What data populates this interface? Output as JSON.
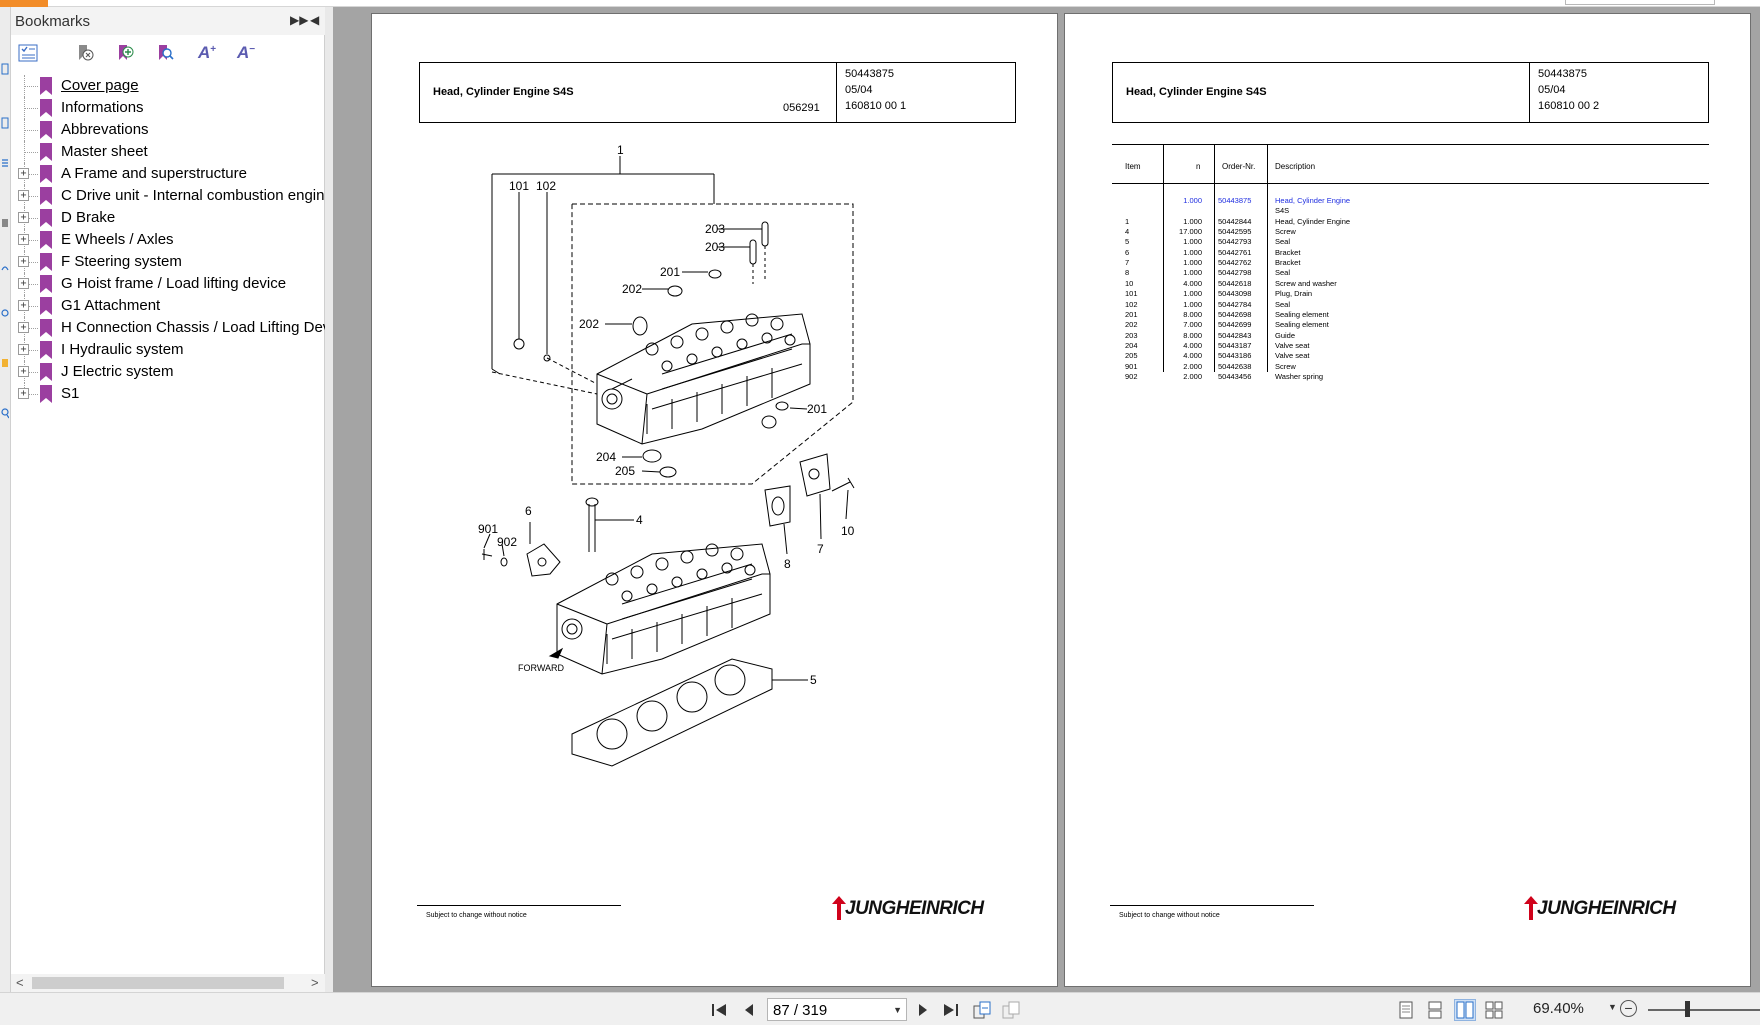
{
  "bookmarks_panel": {
    "title": "Bookmarks",
    "toolbar": {
      "font_increase": "A",
      "font_decrease": "A"
    },
    "items": [
      {
        "label": "Cover page",
        "expandable": false,
        "link": true
      },
      {
        "label": "Informations",
        "expandable": false
      },
      {
        "label": "Abbrevations",
        "expandable": false
      },
      {
        "label": "Master sheet",
        "expandable": false
      },
      {
        "label": "A Frame and superstructure",
        "expandable": true
      },
      {
        "label": "C Drive unit - Internal combustion engine",
        "expandable": true
      },
      {
        "label": "D Brake",
        "expandable": true
      },
      {
        "label": "E Wheels / Axles",
        "expandable": true
      },
      {
        "label": "F Steering system",
        "expandable": true
      },
      {
        "label": "G Hoist frame / Load lifting device",
        "expandable": true
      },
      {
        "label": "G1 Attachment",
        "expandable": true
      },
      {
        "label": "H Connection Chassis / Load Lifting Device",
        "expandable": true
      },
      {
        "label": "I Hydraulic system",
        "expandable": true
      },
      {
        "label": "J Electric system",
        "expandable": true
      },
      {
        "label": "S1",
        "expandable": true
      }
    ],
    "bookmark_color": "#9b3fa0"
  },
  "page_left": {
    "header": {
      "title": "Head, Cylinder  Engine S4S",
      "drawing_code": "056291",
      "part_no": "50443875",
      "date": "05/04",
      "sheet": "160810 00 1"
    },
    "callouts": [
      "1",
      "101",
      "102",
      "203",
      "203",
      "201",
      "202",
      "202",
      "201",
      "204",
      "205",
      "4",
      "6",
      "901",
      "902",
      "8",
      "7",
      "10",
      "5"
    ],
    "forward_label": "FORWARD",
    "footer": "Subject to change without notice",
    "logo": "JUNGHEINRICH"
  },
  "page_right": {
    "header": {
      "title": "Head, Cylinder  Engine S4S",
      "part_no": "50443875",
      "date": "05/04",
      "sheet": "160810 00 2"
    },
    "table": {
      "headers": {
        "item": "Item",
        "n": "n",
        "order": "Order-Nr.",
        "desc": "Description"
      },
      "rows": [
        {
          "item": "",
          "n": "1.000",
          "order": "50443875",
          "desc": "Head, Cylinder  Engine",
          "highlight": true
        },
        {
          "item": "",
          "n": "",
          "order": "",
          "desc": "S4S",
          "highlight": false
        },
        {
          "item": "1",
          "n": "1.000",
          "order": "50442844",
          "desc": "Head, Cylinder  Engine"
        },
        {
          "item": "4",
          "n": "17.000",
          "order": "50442595",
          "desc": "Screw"
        },
        {
          "item": "5",
          "n": "1.000",
          "order": "50442793",
          "desc": "Seal"
        },
        {
          "item": "6",
          "n": "1.000",
          "order": "50442761",
          "desc": "Bracket"
        },
        {
          "item": "7",
          "n": "1.000",
          "order": "50442762",
          "desc": "Bracket"
        },
        {
          "item": "8",
          "n": "1.000",
          "order": "50442798",
          "desc": "Seal"
        },
        {
          "item": "10",
          "n": "4.000",
          "order": "50442618",
          "desc": "Screw and washer"
        },
        {
          "item": "101",
          "n": "1.000",
          "order": "50443098",
          "desc": "Plug, Drain"
        },
        {
          "item": "102",
          "n": "1.000",
          "order": "50442784",
          "desc": "Seal"
        },
        {
          "item": "201",
          "n": "8.000",
          "order": "50442698",
          "desc": "Sealing element"
        },
        {
          "item": "202",
          "n": "7.000",
          "order": "50442699",
          "desc": "Sealing element"
        },
        {
          "item": "203",
          "n": "8.000",
          "order": "50442843",
          "desc": "Guide"
        },
        {
          "item": "204",
          "n": "4.000",
          "order": "50443187",
          "desc": "Valve seat"
        },
        {
          "item": "205",
          "n": "4.000",
          "order": "50443186",
          "desc": "Valve seat"
        },
        {
          "item": "901",
          "n": "2.000",
          "order": "50442638",
          "desc": "Screw"
        },
        {
          "item": "902",
          "n": "2.000",
          "order": "50443456",
          "desc": "Washer spring"
        }
      ]
    },
    "footer": "Subject to change without notice",
    "logo": "JUNGHEINRICH"
  },
  "statusbar": {
    "page_value": "87 / 319",
    "zoom": "69.40%",
    "zoom_out": "−"
  },
  "colors": {
    "accent": "#f28c28",
    "link_blue": "#1f2ee0",
    "doc_bg": "#a4a4a4"
  }
}
